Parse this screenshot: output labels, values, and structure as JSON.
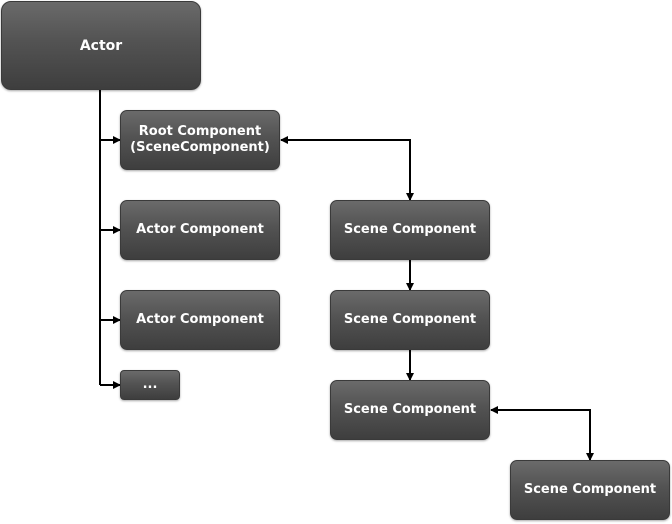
{
  "nodes": {
    "actor": "Actor",
    "root_line1": "Root Component",
    "root_line2": "(SceneComponent)",
    "actor_component_1": "Actor Component",
    "actor_component_2": "Actor Component",
    "more": "...",
    "scene_component_1": "Scene Component",
    "scene_component_2": "Scene Component",
    "scene_component_3": "Scene Component",
    "scene_component_4": "Scene Component"
  }
}
